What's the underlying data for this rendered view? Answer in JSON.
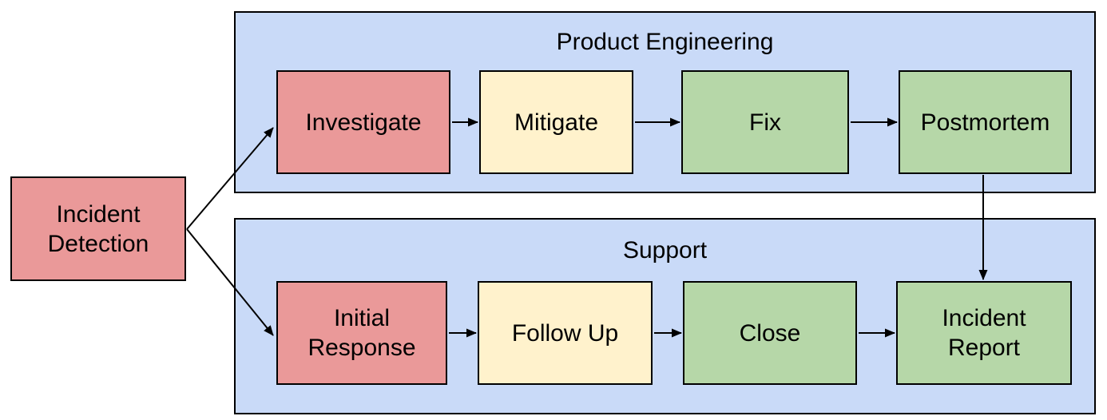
{
  "diagram": {
    "type": "flowchart-swimlanes",
    "colors": {
      "canvas_bg": "#FFFFFF",
      "lane_fill": "#C9DAF8",
      "stage_red": "#EA9999",
      "stage_yellow": "#FFF2CC",
      "stage_green": "#B6D7A8",
      "border": "#000000",
      "arrow": "#000000",
      "text": "#000000"
    },
    "start_node": {
      "label": "Incident\nDetection",
      "color": "#EA9999"
    },
    "lanes": [
      {
        "title": "Product Engineering",
        "nodes": [
          {
            "label": "Investigate",
            "color": "#EA9999"
          },
          {
            "label": "Mitigate",
            "color": "#FFF2CC"
          },
          {
            "label": "Fix",
            "color": "#B6D7A8"
          },
          {
            "label": "Postmortem",
            "color": "#B6D7A8"
          }
        ]
      },
      {
        "title": "Support",
        "nodes": [
          {
            "label": "Initial\nResponse",
            "color": "#EA9999"
          },
          {
            "label": "Follow Up",
            "color": "#FFF2CC"
          },
          {
            "label": "Close",
            "color": "#B6D7A8"
          },
          {
            "label": "Incident\nReport",
            "color": "#B6D7A8"
          }
        ]
      }
    ],
    "edges": [
      {
        "from": "Incident Detection",
        "to": "Investigate"
      },
      {
        "from": "Incident Detection",
        "to": "Initial Response"
      },
      {
        "from": "Investigate",
        "to": "Mitigate"
      },
      {
        "from": "Mitigate",
        "to": "Fix"
      },
      {
        "from": "Fix",
        "to": "Postmortem"
      },
      {
        "from": "Postmortem",
        "to": "Incident Report"
      },
      {
        "from": "Initial Response",
        "to": "Follow Up"
      },
      {
        "from": "Follow Up",
        "to": "Close"
      },
      {
        "from": "Close",
        "to": "Incident Report"
      }
    ]
  }
}
